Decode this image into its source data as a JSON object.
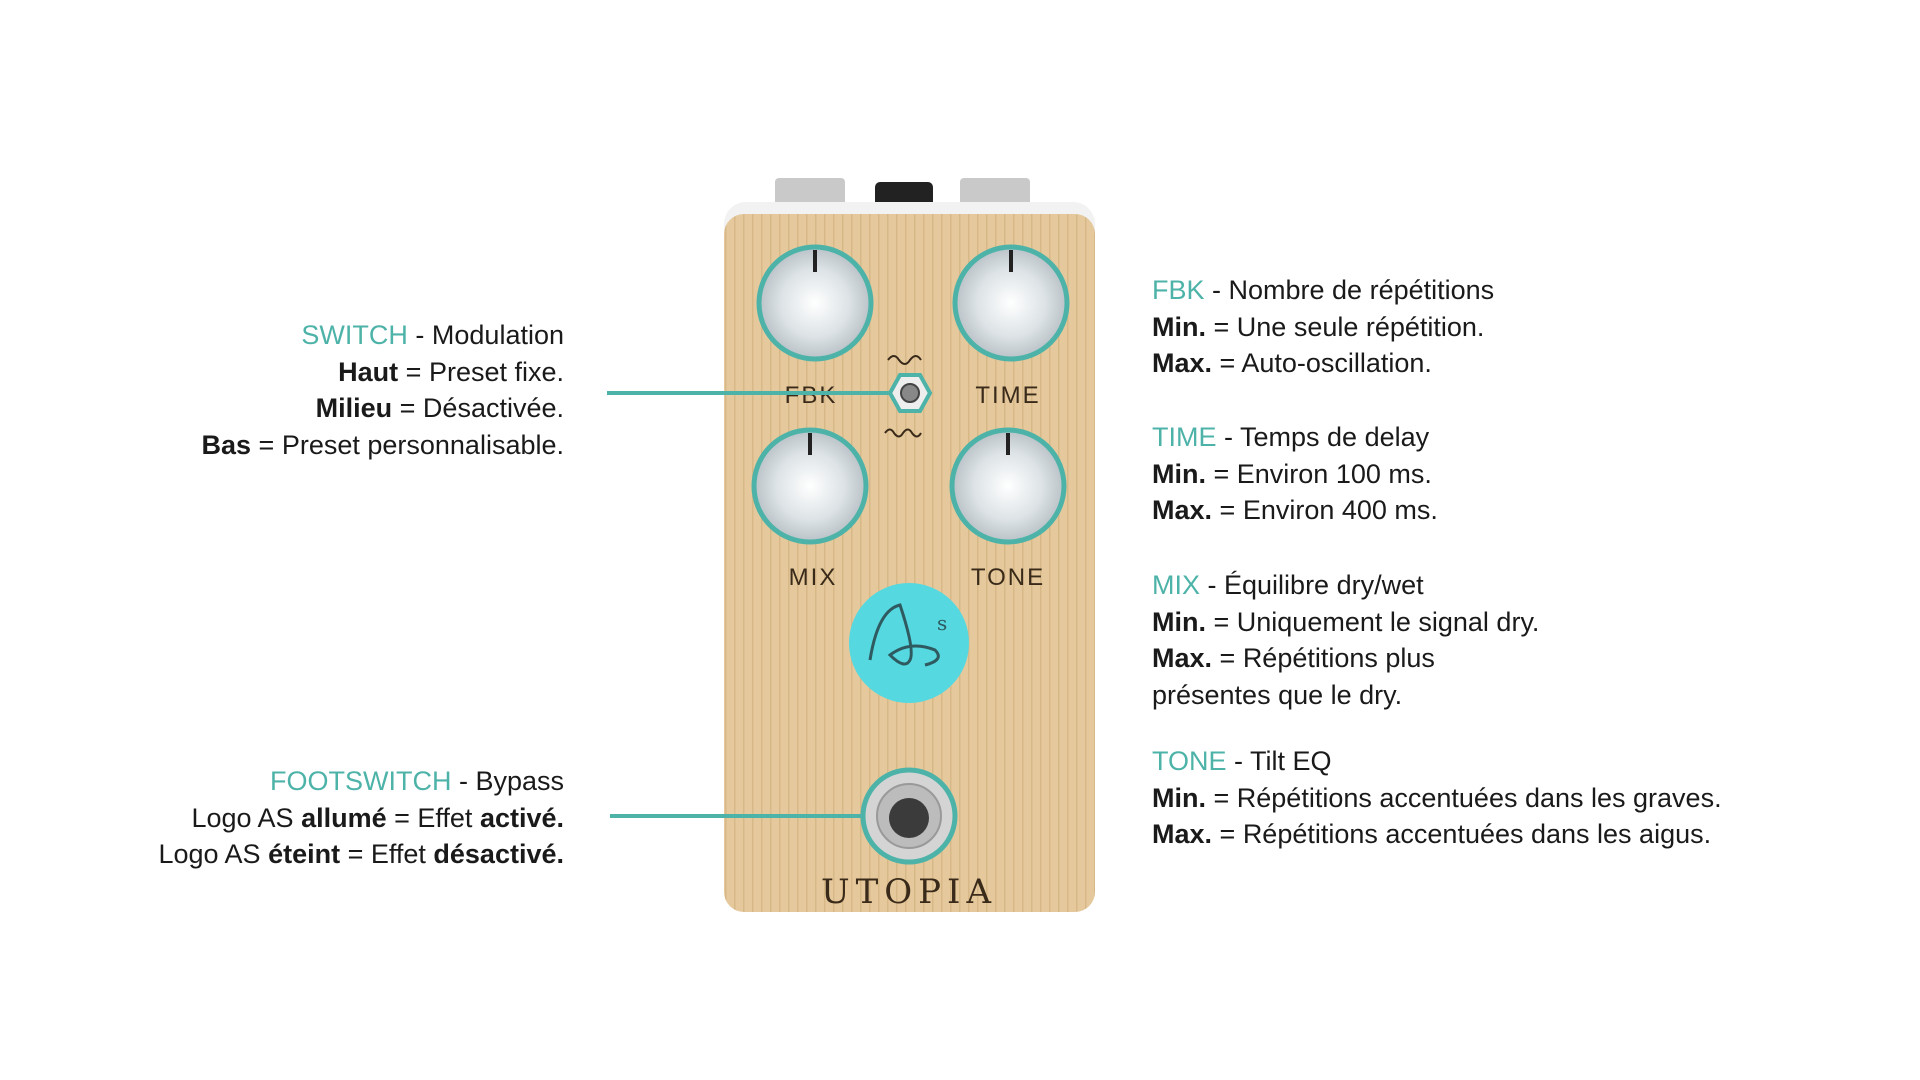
{
  "colors": {
    "accent": "#4db3a8",
    "wood": "#e3c79a",
    "logo": "#55d8e0"
  },
  "pedal": {
    "knob_labels": [
      "FBK",
      "TIME",
      "MIX",
      "TONE"
    ],
    "brand": "UTOPIA"
  },
  "left": {
    "switch": {
      "title": "SWITCH",
      "title_rest": " - Modulation",
      "lines": [
        {
          "b": "Haut",
          "rest": " = Preset fixe."
        },
        {
          "b": "Milieu",
          "rest": " = Désactivée."
        },
        {
          "b": "Bas",
          "rest": " = Preset personnalisable."
        }
      ]
    },
    "footswitch": {
      "title": "FOOTSWITCH",
      "title_rest": " - Bypass",
      "l1a": "Logo AS ",
      "l1b": "allumé",
      "l1c": " = Effet ",
      "l1d": "activé.",
      "l2a": "Logo AS ",
      "l2b": "éteint",
      "l2c": " = Effet ",
      "l2d": "désactivé."
    }
  },
  "right": [
    {
      "title": "FBK",
      "rest": " - Nombre de répétitions",
      "min": "Une seule répétition.",
      "max": "Auto-oscillation."
    },
    {
      "title": "TIME",
      "rest": " - Temps de delay",
      "min": "Environ 100 ms.",
      "max": "Environ 400 ms."
    },
    {
      "title": "MIX",
      "rest": " - Équilibre dry/wet",
      "min": "Uniquement le signal dry.",
      "max": "Répétitions plus",
      "max2": "présentes que le dry."
    },
    {
      "title": "TONE",
      "rest": " - Tilt EQ",
      "min": "Répétitions accentuées dans les graves.",
      "max": "Répétitions accentuées dans les aigus."
    }
  ],
  "labels": {
    "min": "Min.",
    "max": "Max.",
    "eq": " = "
  }
}
